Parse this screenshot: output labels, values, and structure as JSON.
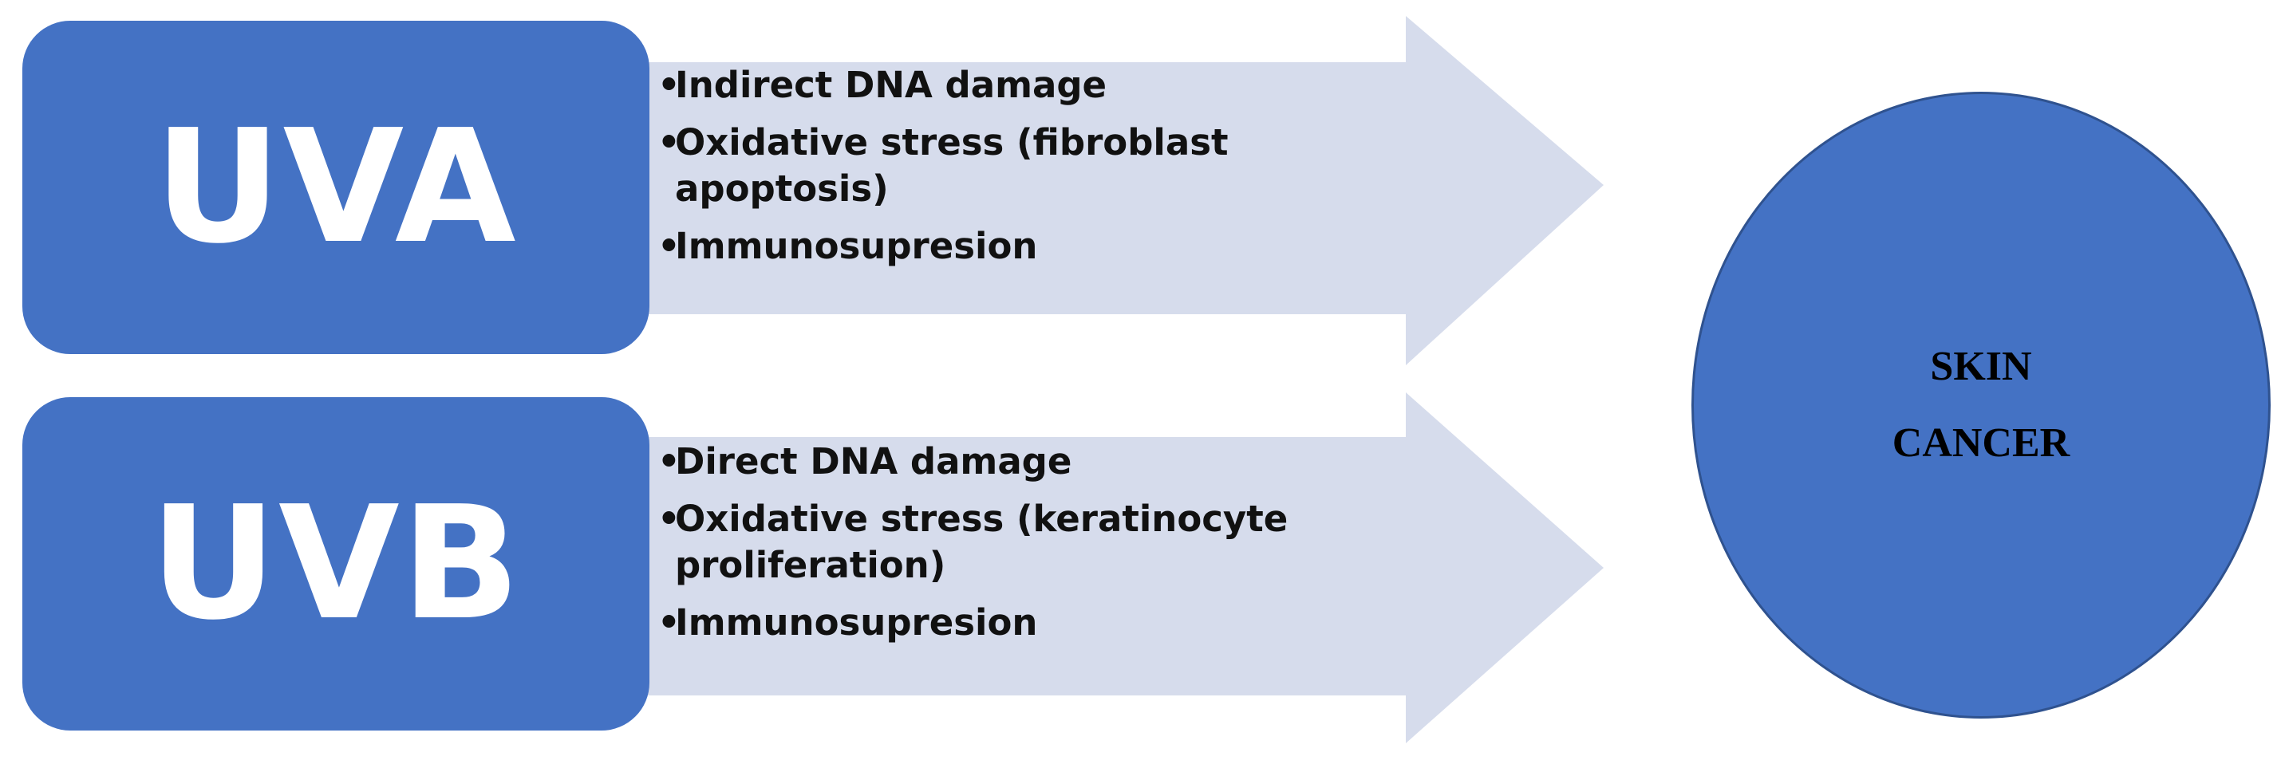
{
  "colors": {
    "box_fill": "#4472c4",
    "arrow_fill": "#d6dcec",
    "circle_fill": "#4472c4",
    "circle_stroke": "#2f528f",
    "label_color": "#ffffff",
    "text_color": "#111111"
  },
  "bullet_glyph": "•",
  "sources": [
    {
      "label": "UVA",
      "effects": [
        "Indirect DNA damage",
        "Oxidative stress (fibroblast apoptosis)",
        "Immunosupresion"
      ]
    },
    {
      "label": "UVB",
      "effects": [
        "Direct DNA damage",
        "Oxidative stress (keratinocyte proliferation)",
        "Immunosupresion"
      ]
    }
  ],
  "target": {
    "lines": [
      "SKIN",
      "CANCER"
    ]
  }
}
